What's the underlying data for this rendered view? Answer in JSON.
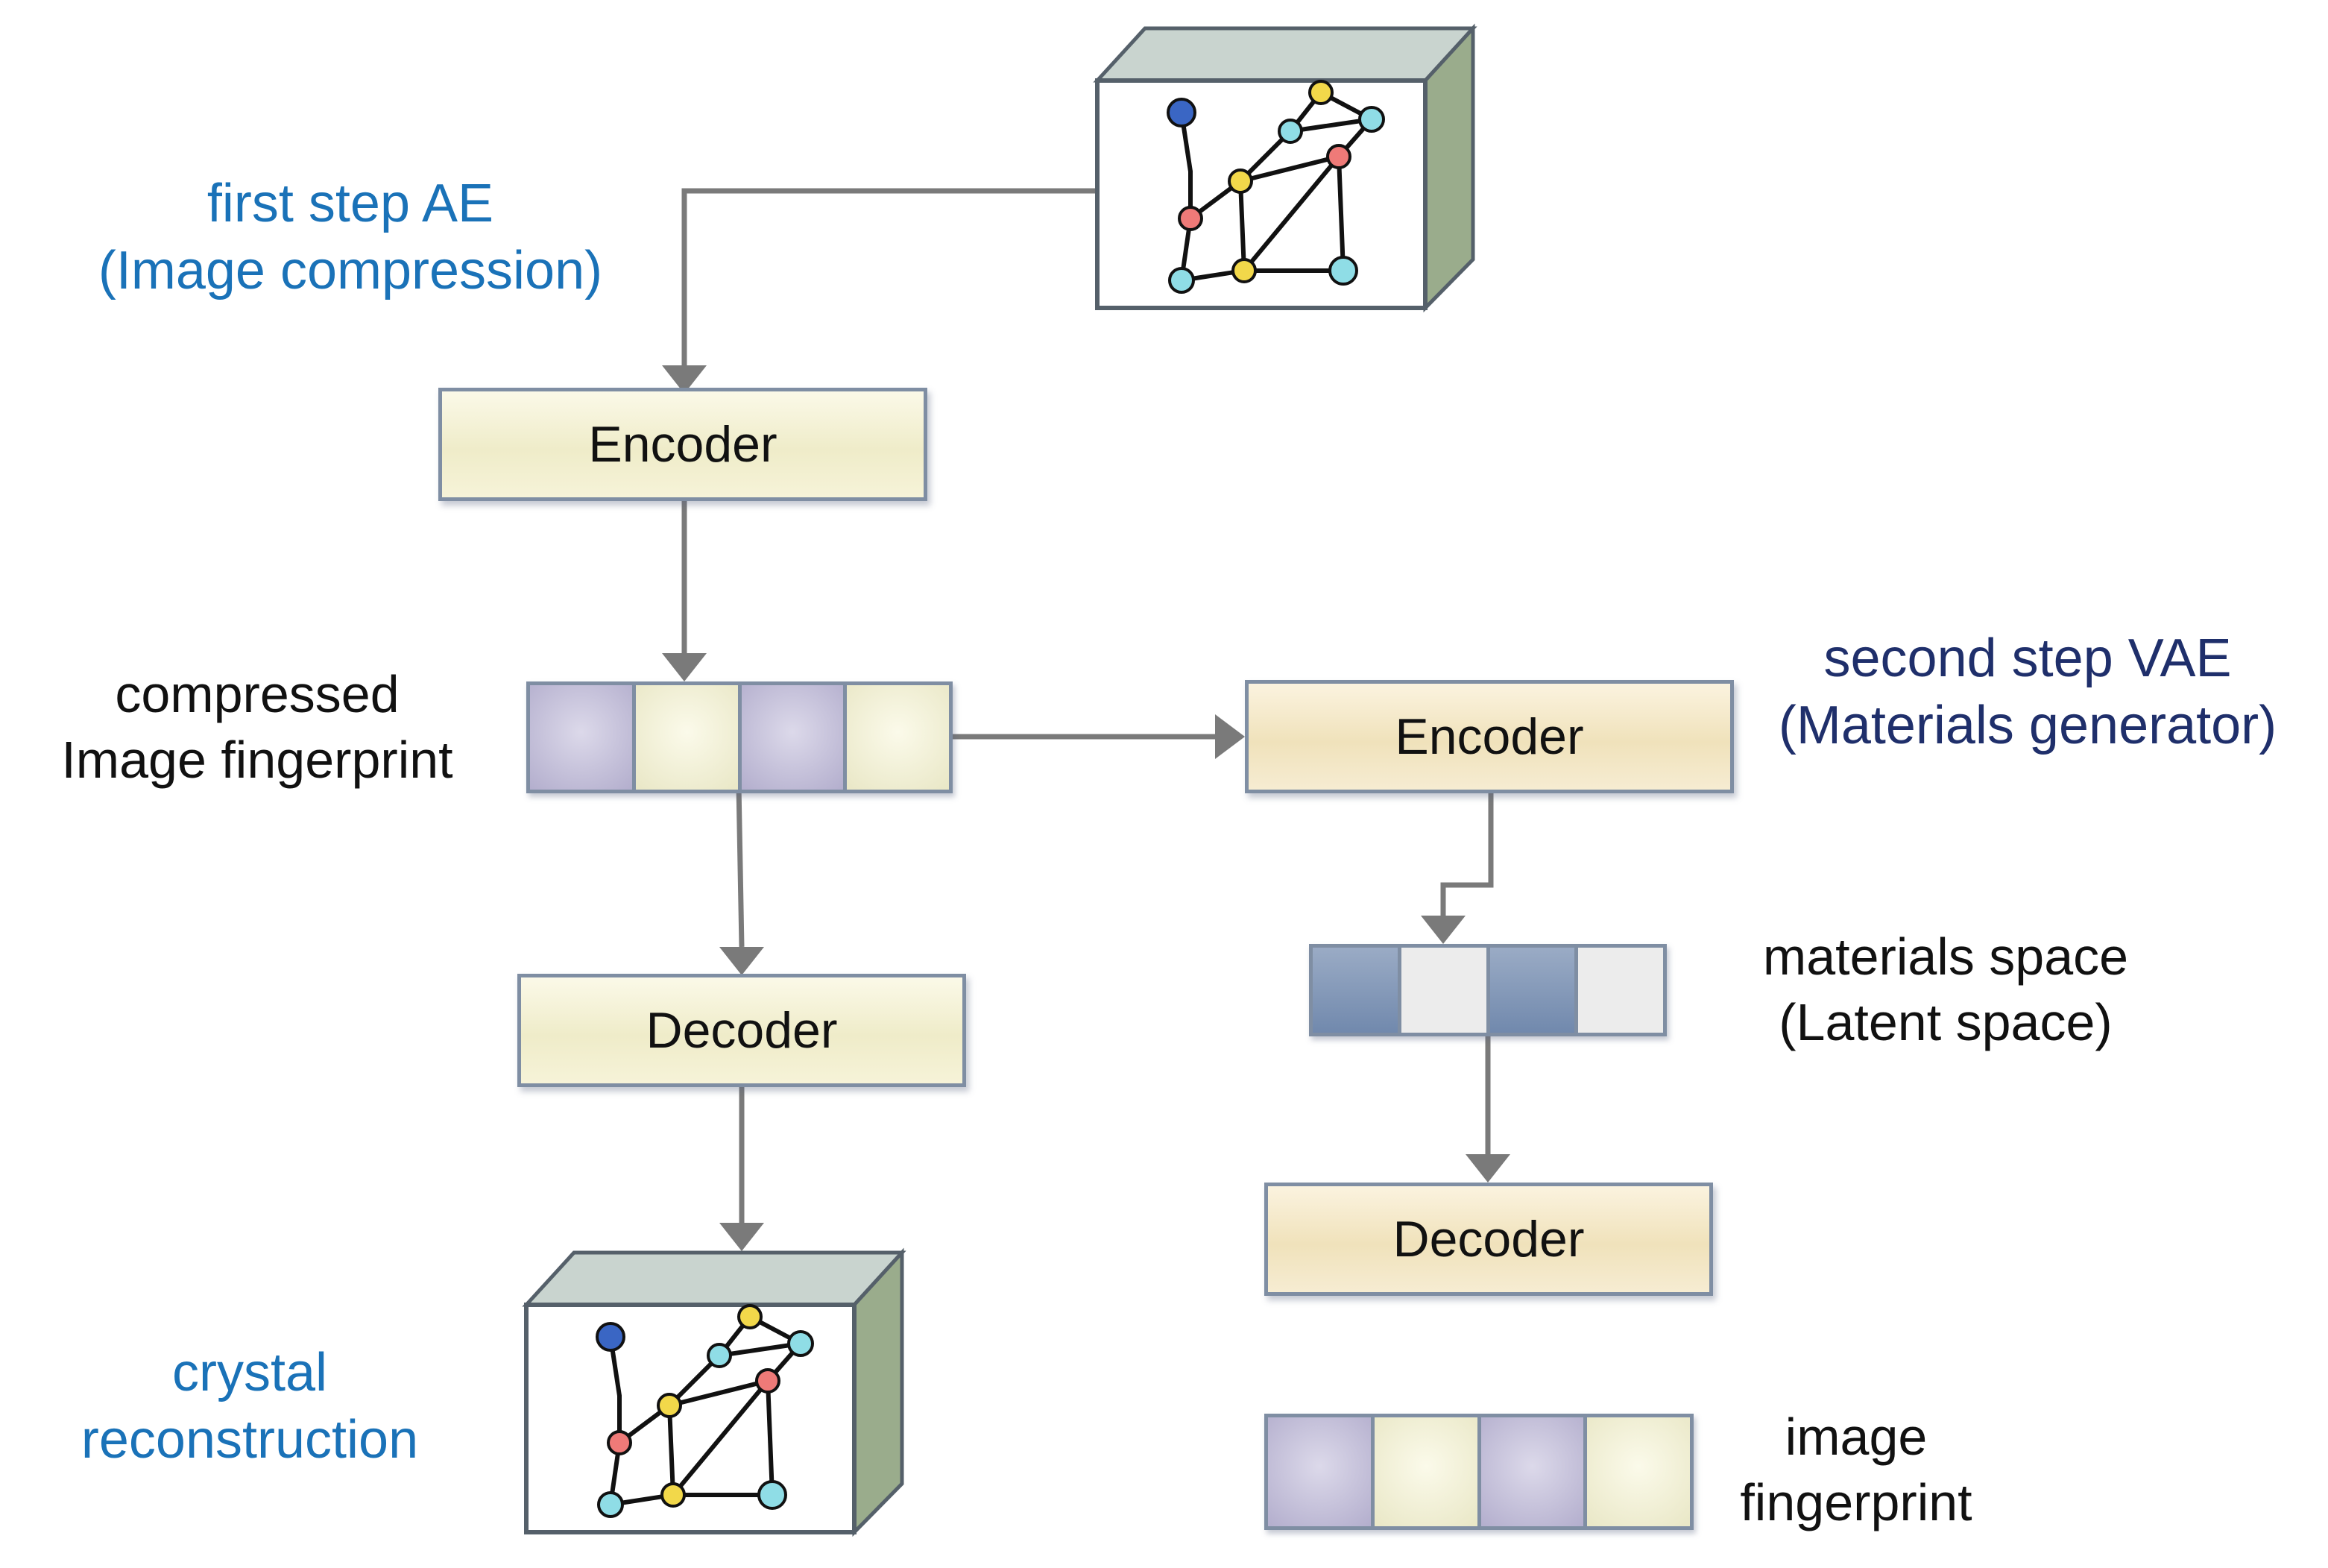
{
  "labels": {
    "first_step_line1": "first step AE",
    "first_step_line2": "(Image compression)",
    "compressed_line1": "compressed",
    "compressed_line2": "Image fingerprint",
    "second_step_line1": "second step VAE",
    "second_step_line2": "(Materials generator)",
    "materials_line1": "materials space",
    "materials_line2": "(Latent space)",
    "crystal_line1": "crystal",
    "crystal_line2": "reconstruction",
    "legend_line1": "image",
    "legend_line2": "fingerprint"
  },
  "boxes": {
    "ae_encoder": "Encoder",
    "ae_decoder": "Decoder",
    "vae_encoder": "Encoder",
    "vae_decoder": "Decoder"
  },
  "colors": {
    "label_blue": "#1a72b8",
    "label_navy": "#1f2f6b",
    "arrow": "#7a7a7a",
    "box_border": "#7f8ea3",
    "cube_side": "#9aac8c",
    "cube_top": "#c9d4cf",
    "node_blue": "#3a66c4",
    "node_cyan": "#8fdde6",
    "node_yellow": "#f2d84a",
    "node_red": "#ef7a78"
  }
}
